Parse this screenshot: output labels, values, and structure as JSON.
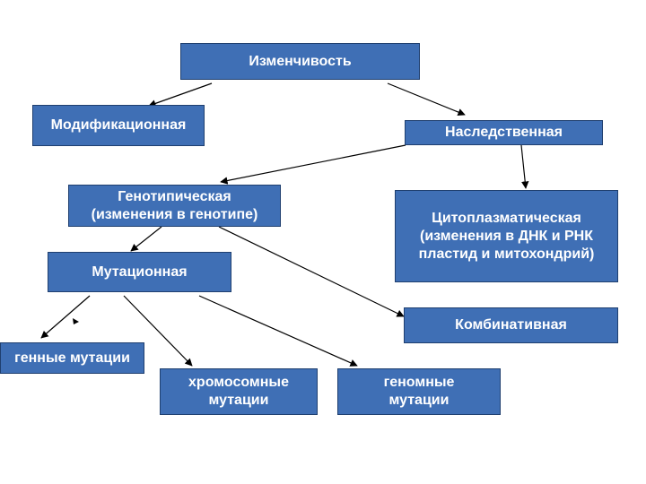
{
  "nodes": {
    "variability": "Изменчивость",
    "modification": "Модификационная",
    "hereditary": "Наследственная",
    "genotypic": "Генотипическая\n(изменения в генотипе)",
    "cytoplasmic": "Цитоплазматическая\n(изменения в ДНК и РНК\nпластид и митохондрий)",
    "mutational": "Мутационная",
    "combinative": "Комбинативная",
    "gene_mutations": "генные мутации",
    "chromosomal_mutations": "хромосомные\nмутации",
    "genomic_mutations": "геномные\nмутации"
  },
  "colors": {
    "box_fill": "#3f6fb5",
    "box_text": "#ffffff",
    "arrow": "#000000"
  }
}
